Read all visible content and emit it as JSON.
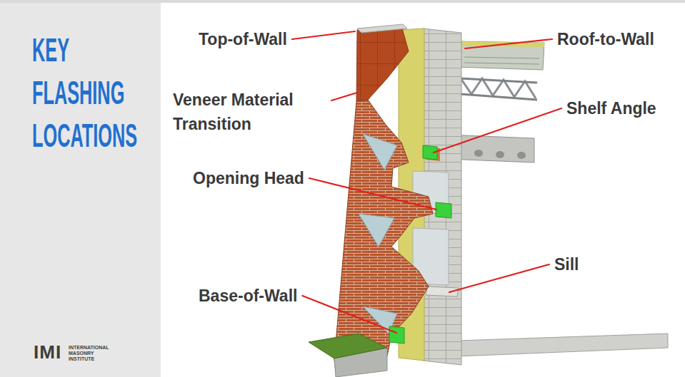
{
  "diagram": {
    "title": "KEY FLASHING LOCATIONS",
    "labels": [
      "Top-of-Wall",
      "Roof-to-Wall",
      "Veneer Material Transition",
      "Shelf Angle",
      "Opening Head",
      "Sill",
      "Base-of-Wall",
      "IMI",
      "INTERNATIONAL MASONRY INSTITUTE"
    ]
  }
}
